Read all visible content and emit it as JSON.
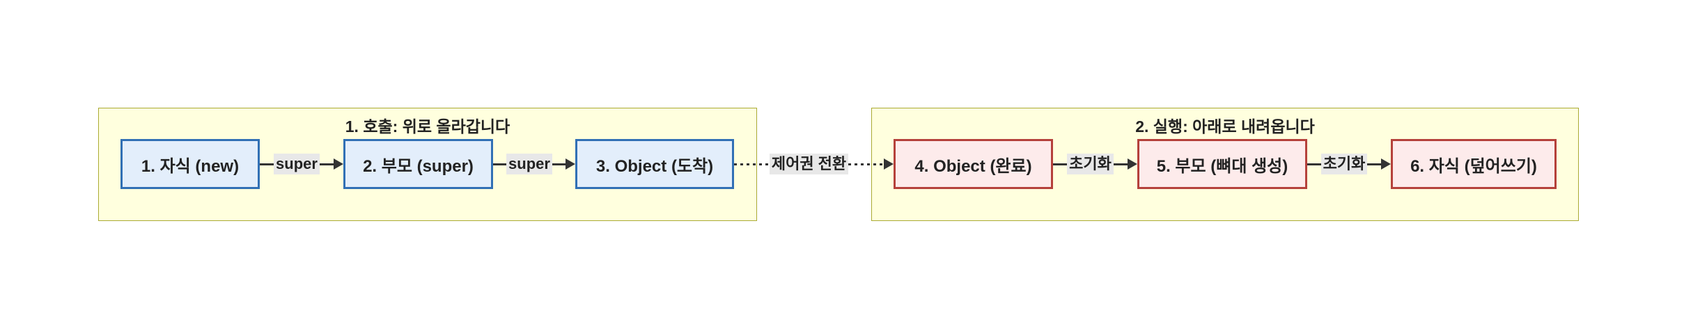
{
  "diagram_title": "super call and initialization flow",
  "colors": {
    "background": "#ffffff",
    "group_fill": "#ffffde",
    "group_border": "#aaaa33",
    "blue_node_fill": "#e3eefb",
    "blue_node_border": "#3170b5",
    "red_node_fill": "#fdebeb",
    "red_node_border": "#b5413b",
    "edge_color": "#333333",
    "edge_label_bg": "#e8e8e8",
    "text_color": "#222222"
  },
  "groups": [
    {
      "title": "1. 호출: 위로 올라갑니다",
      "nodes": [
        {
          "label": "1. 자식 (new)"
        },
        {
          "label": "2. 부모 (super)"
        },
        {
          "label": "3. Object (도착)"
        }
      ]
    },
    {
      "title": "2. 실행: 아래로 내려옵니다",
      "nodes": [
        {
          "label": "4. Object (완료)"
        },
        {
          "label": "5. 부모 (뼈대 생성)"
        },
        {
          "label": "6. 자식 (덮어쓰기)"
        }
      ]
    }
  ],
  "edges": [
    {
      "label": "super",
      "style": "solid"
    },
    {
      "label": "super",
      "style": "solid"
    },
    {
      "label": "제어권 전환",
      "style": "dotted"
    },
    {
      "label": "초기화",
      "style": "solid"
    },
    {
      "label": "초기화",
      "style": "solid"
    }
  ]
}
